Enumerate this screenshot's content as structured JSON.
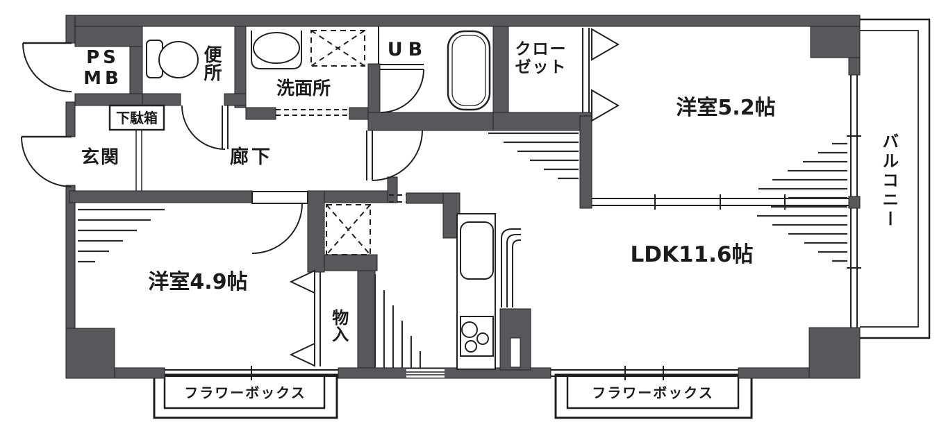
{
  "colors": {
    "wall": "#58585c",
    "line": "#1f1f1f",
    "background": "#ffffff"
  },
  "labels": {
    "ps": "PS",
    "mb": "MB",
    "toilet": "便所",
    "washroom": "洗面所",
    "unit_bath": "UB",
    "closet_line1": "クロー",
    "closet_line2": "ゼット",
    "western_room_5_2": "洋室5.2帖",
    "balcony": "バルコニー",
    "shoe_cabinet": "下駄箱",
    "entrance": "玄関",
    "corridor": "廊下",
    "western_room_4_9": "洋室4.9帖",
    "storage": "物入",
    "ldk": "LDK11.6帖",
    "flower_box_left": "フラワーボックス",
    "flower_box_right": "フラワーボックス"
  }
}
